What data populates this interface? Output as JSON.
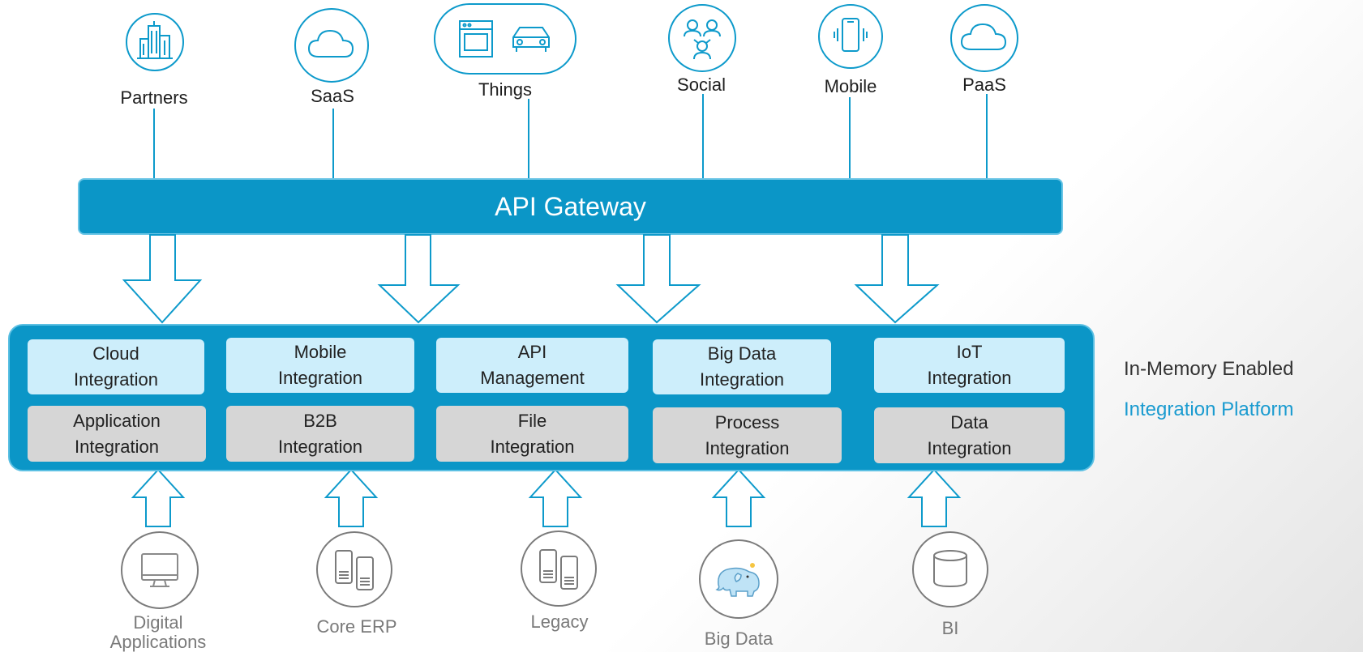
{
  "top_sources": [
    {
      "label": "Partners",
      "icon": "building-icon"
    },
    {
      "label": "SaaS",
      "icon": "cloud-icon"
    },
    {
      "label": "Things",
      "icon": "appliance-car-icon"
    },
    {
      "label": "Social",
      "icon": "people-icon"
    },
    {
      "label": "Mobile",
      "icon": "phone-icon"
    },
    {
      "label": "PaaS",
      "icon": "cloud-icon"
    }
  ],
  "gateway": {
    "label": "API Gateway"
  },
  "platform": {
    "columns": [
      {
        "top": "Cloud\nIntegration",
        "bottom": "Application\nIntegration"
      },
      {
        "top": "Mobile\nIntegration",
        "bottom": "B2B\nIntegration"
      },
      {
        "top": "API\nManagement",
        "bottom": "File\nIntegration"
      },
      {
        "top": "Big Data\nIntegration",
        "bottom": "Process\nIntegration"
      },
      {
        "top": "IoT\nIntegration",
        "bottom": "Data\nIntegration"
      }
    ]
  },
  "side_text": {
    "line1": "In-Memory Enabled",
    "line2": "Integration Platform"
  },
  "bottom_sources": [
    {
      "label": "Digital\nApplications",
      "icon": "monitor-icon"
    },
    {
      "label": "Core ERP",
      "icon": "servers-icon"
    },
    {
      "label": "Legacy",
      "icon": "servers-icon"
    },
    {
      "label": "Big Data",
      "icon": "elephant-icon"
    },
    {
      "label": "BI",
      "icon": "database-icon"
    }
  ],
  "colors": {
    "accent": "#0b96c7",
    "light_box": "#cdeefb",
    "gray_box": "#d6d6d6",
    "side_highlight": "#1a9bd0"
  }
}
